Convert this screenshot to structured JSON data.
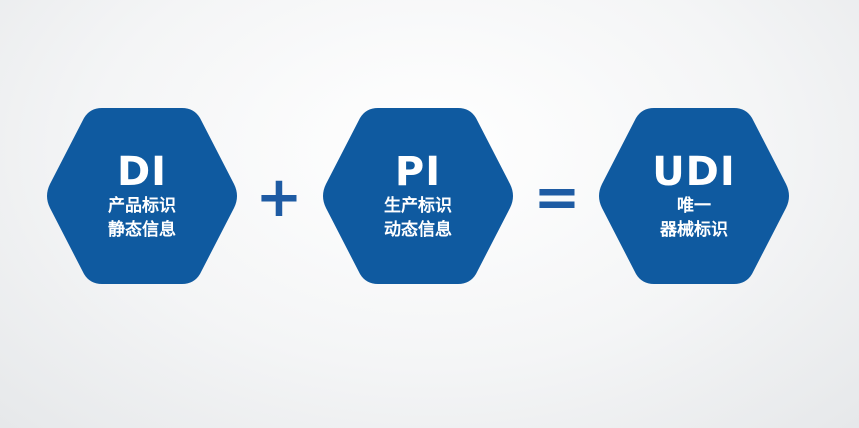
{
  "colors": {
    "hexagon_fill": "#0f5aa0",
    "operator": "#1e5ba3",
    "text": "#ffffff"
  },
  "blocks": [
    {
      "code": "DI",
      "lines": [
        "产品标识",
        "静态信息"
      ]
    },
    {
      "code": "PI",
      "lines": [
        "生产标识",
        "动态信息"
      ]
    },
    {
      "code": "UDI",
      "lines": [
        "唯一",
        "器械标识"
      ]
    }
  ],
  "operators": {
    "plus": "+",
    "equals": "="
  }
}
